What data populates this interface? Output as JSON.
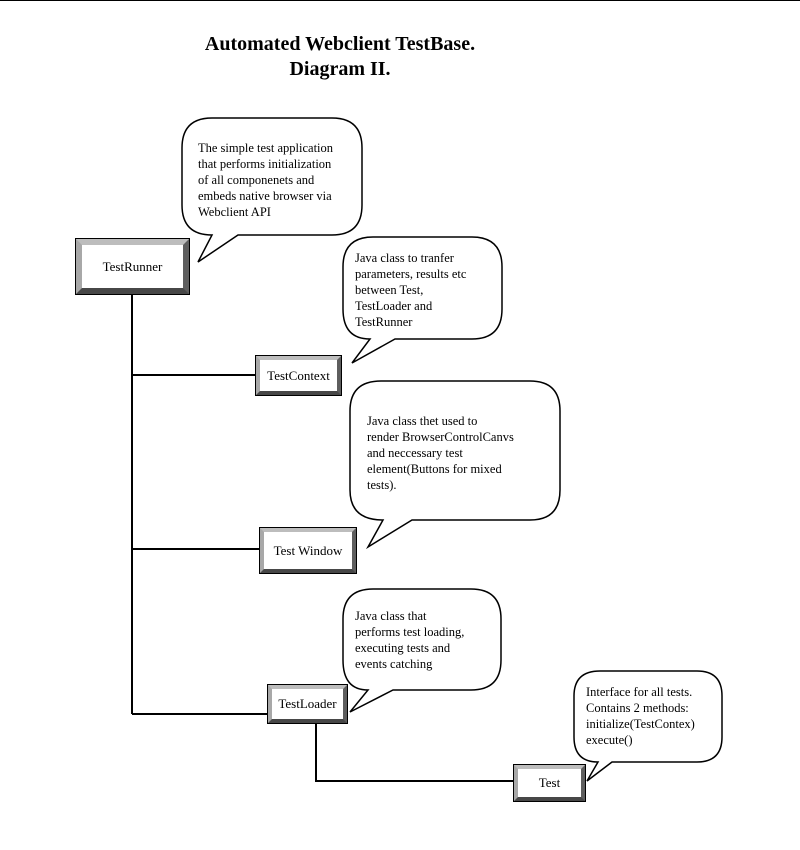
{
  "title": {
    "line1": "Automated Webclient TestBase.",
    "line2": "Diagram II."
  },
  "nodes": {
    "test_runner": "TestRunner",
    "test_context": "TestContext",
    "test_window": "Test Window",
    "test_loader": "TestLoader",
    "test": "Test"
  },
  "callouts": {
    "test_runner": [
      "The simple test application",
      "that performs initialization",
      "of all componenets and",
      "embeds native browser via",
      "Webclient API"
    ],
    "test_context": [
      "Java class to tranfer",
      "parameters, results etc",
      "between Test,",
      "TestLoader and",
      "TestRunner"
    ],
    "test_window": [
      "Java class thet used to",
      "render BrowserControlCanvs",
      "and neccessary test",
      "element(Buttons for mixed",
      "tests)."
    ],
    "test_loader": [
      "Java class that",
      "performs test loading,",
      "executing tests and",
      "events catching"
    ],
    "test": [
      "Interface for all tests.",
      "Contains 2 methods:",
      "initialize(TestContex)",
      "execute()"
    ]
  }
}
